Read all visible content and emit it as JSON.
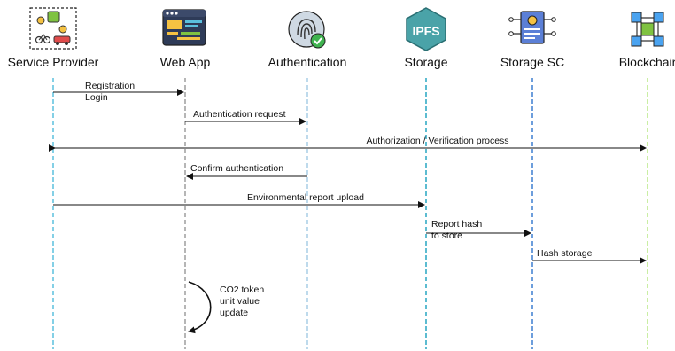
{
  "participants": [
    {
      "id": "sp",
      "label": "Service Provider",
      "icon": "service-provider-icon",
      "lifeline_color": "#5bc0de"
    },
    {
      "id": "web",
      "label": "Web App",
      "icon": "web-app-icon",
      "lifeline_color": "#9e9e9e"
    },
    {
      "id": "auth",
      "label": "Authentication",
      "icon": "fingerprint-icon",
      "lifeline_color": "#a9cde6"
    },
    {
      "id": "stor",
      "label": "Storage",
      "icon": "ipfs-icon",
      "icon_text": "IPFS",
      "lifeline_color": "#27a5c2"
    },
    {
      "id": "sc",
      "label": "Storage SC",
      "icon": "smart-contract-icon",
      "lifeline_color": "#3d7fd1"
    },
    {
      "id": "bc",
      "label": "Blockchair",
      "icon": "blockchain-icon",
      "lifeline_color": "#b8e986"
    }
  ],
  "messages": [
    {
      "label": "Registration\nLogin",
      "from": "sp",
      "to": "web"
    },
    {
      "label": "Authentication request",
      "from": "web",
      "to": "auth"
    },
    {
      "label": "Authorization / Verification process",
      "from": "sp",
      "to": "bc",
      "bidirectional": true
    },
    {
      "label": "Confirm authentication",
      "from": "auth",
      "to": "web"
    },
    {
      "label": "Environmental report upload",
      "from": "sp",
      "to": "stor"
    },
    {
      "label": "Report hash\nto store",
      "from": "stor",
      "to": "sc"
    },
    {
      "label": "Hash storage",
      "from": "sc",
      "to": "bc"
    },
    {
      "label": "CO2 token\nunit value\nupdate",
      "from": "web",
      "to": "web",
      "self": true
    }
  ]
}
